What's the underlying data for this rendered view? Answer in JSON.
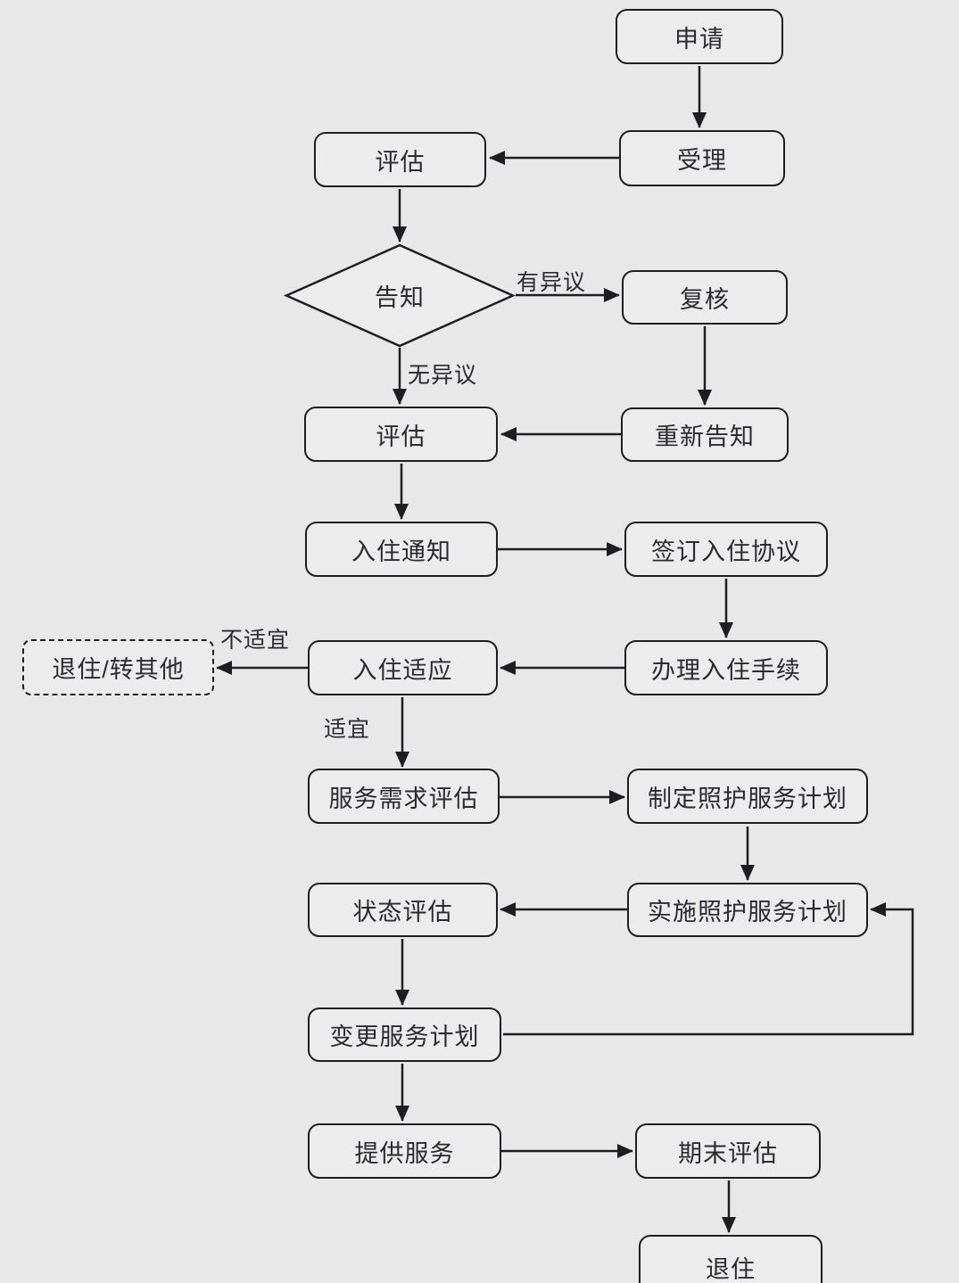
{
  "page": {
    "background_color": "#e8e8e8",
    "line_color": "#1d1d22",
    "text_color": "#2a2a30"
  },
  "chart_data": {
    "type": "flowchart",
    "title": "",
    "nodes": [
      {
        "id": "apply",
        "label": "申请",
        "shape": "rounded-rect"
      },
      {
        "id": "accept",
        "label": "受理",
        "shape": "rounded-rect"
      },
      {
        "id": "assess1",
        "label": "评估",
        "shape": "rounded-rect"
      },
      {
        "id": "notify",
        "label": "告知",
        "shape": "diamond"
      },
      {
        "id": "review",
        "label": "复核",
        "shape": "rounded-rect"
      },
      {
        "id": "renotify",
        "label": "重新告知",
        "shape": "rounded-rect"
      },
      {
        "id": "assess2",
        "label": "评估",
        "shape": "rounded-rect"
      },
      {
        "id": "checkin_notice",
        "label": "入住通知",
        "shape": "rounded-rect"
      },
      {
        "id": "sign_agreement",
        "label": "签订入住协议",
        "shape": "rounded-rect"
      },
      {
        "id": "checkin_procedure",
        "label": "办理入住手续",
        "shape": "rounded-rect"
      },
      {
        "id": "adaptation",
        "label": "入住适应",
        "shape": "rounded-rect"
      },
      {
        "id": "exit_transfer",
        "label": "退住/转其他",
        "shape": "dashed-rounded-rect"
      },
      {
        "id": "needs_assessment",
        "label": "服务需求评估",
        "shape": "rounded-rect"
      },
      {
        "id": "make_plan",
        "label": "制定照护服务计划",
        "shape": "rounded-rect"
      },
      {
        "id": "implement_plan",
        "label": "实施照护服务计划",
        "shape": "rounded-rect"
      },
      {
        "id": "status_assessment",
        "label": "状态评估",
        "shape": "rounded-rect"
      },
      {
        "id": "change_plan",
        "label": "变更服务计划",
        "shape": "rounded-rect"
      },
      {
        "id": "provide_service",
        "label": "提供服务",
        "shape": "rounded-rect"
      },
      {
        "id": "final_assessment",
        "label": "期末评估",
        "shape": "rounded-rect"
      },
      {
        "id": "move_out",
        "label": "退住",
        "shape": "rounded-rect"
      }
    ],
    "edges": [
      {
        "from": "apply",
        "to": "accept",
        "label": ""
      },
      {
        "from": "accept",
        "to": "assess1",
        "label": ""
      },
      {
        "from": "assess1",
        "to": "notify",
        "label": ""
      },
      {
        "from": "notify",
        "to": "review",
        "label": "有异议"
      },
      {
        "from": "notify",
        "to": "assess2",
        "label": "无异议"
      },
      {
        "from": "review",
        "to": "renotify",
        "label": ""
      },
      {
        "from": "renotify",
        "to": "assess2",
        "label": ""
      },
      {
        "from": "assess2",
        "to": "checkin_notice",
        "label": ""
      },
      {
        "from": "checkin_notice",
        "to": "sign_agreement",
        "label": ""
      },
      {
        "from": "sign_agreement",
        "to": "checkin_procedure",
        "label": ""
      },
      {
        "from": "checkin_procedure",
        "to": "adaptation",
        "label": ""
      },
      {
        "from": "adaptation",
        "to": "exit_transfer",
        "label": "不适宜"
      },
      {
        "from": "adaptation",
        "to": "needs_assessment",
        "label": "适宜"
      },
      {
        "from": "needs_assessment",
        "to": "make_plan",
        "label": ""
      },
      {
        "from": "make_plan",
        "to": "implement_plan",
        "label": ""
      },
      {
        "from": "implement_plan",
        "to": "status_assessment",
        "label": ""
      },
      {
        "from": "status_assessment",
        "to": "change_plan",
        "label": ""
      },
      {
        "from": "change_plan",
        "to": "provide_service",
        "label": ""
      },
      {
        "from": "change_plan",
        "to": "implement_plan",
        "label": ""
      },
      {
        "from": "provide_service",
        "to": "final_assessment",
        "label": ""
      },
      {
        "from": "final_assessment",
        "to": "move_out",
        "label": ""
      }
    ]
  },
  "flowchart": {
    "nodes": {
      "apply": "申请",
      "accept": "受理",
      "assess1": "评估",
      "notify": "告知",
      "review": "复核",
      "renotify": "重新告知",
      "assess2": "评估",
      "checkin_notice": "入住通知",
      "sign_agreement": "签订入住协议",
      "checkin_procedure": "办理入住手续",
      "adaptation": "入住适应",
      "exit_transfer": "退住/转其他",
      "needs_assessment": "服务需求评估",
      "make_plan": "制定照护服务计划",
      "implement_plan": "实施照护服务计划",
      "status_assessment": "状态评估",
      "change_plan": "变更服务计划",
      "provide_service": "提供服务",
      "final_assessment": "期末评估",
      "move_out": "退住"
    },
    "edge_labels": {
      "has_objection": "有异议",
      "no_objection": "无异议",
      "not_suitable": "不适宜",
      "suitable": "适宜"
    }
  }
}
